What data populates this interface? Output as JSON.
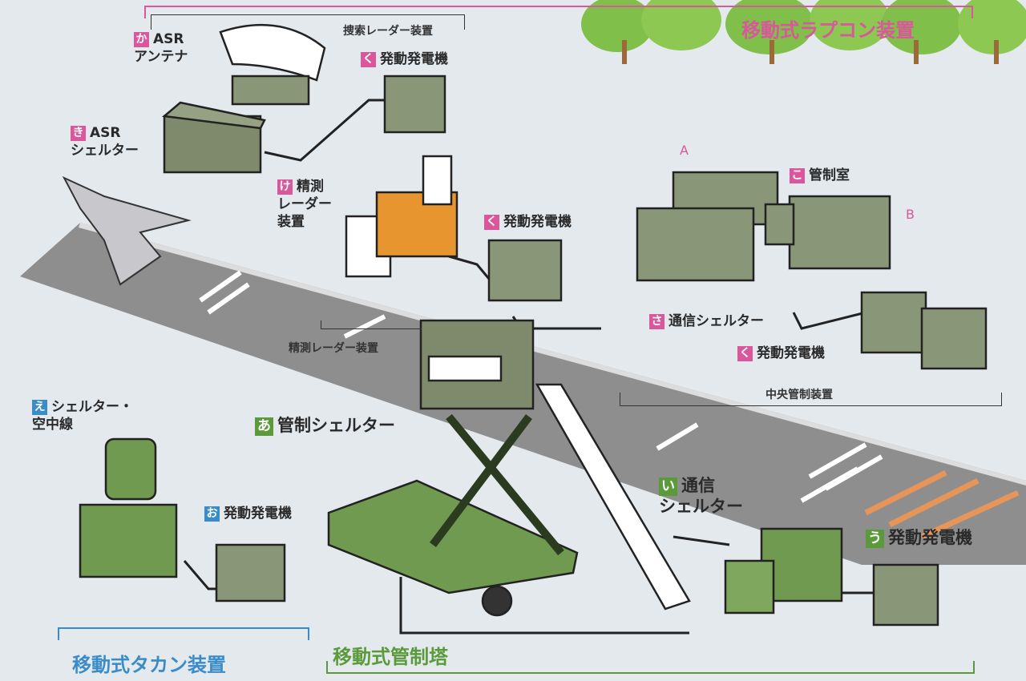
{
  "colors": {
    "pink": "#d9579a",
    "green": "#5a9a3a",
    "blue": "#3a8cc8",
    "olive": "#8a9678",
    "runway": "#8c8c8c",
    "background": "#e4e9ee"
  },
  "groups": {
    "rapcon": "移動式ラプコン装置",
    "tacan": "移動式タカン装置",
    "tower": "移動式管制塔"
  },
  "subgroups": {
    "search_radar": "捜索レーダー装置",
    "precision_radar": "精測レーダー装置",
    "central_control": "中央管制装置"
  },
  "labels": {
    "a": {
      "badge": "あ",
      "text": "管制シェルター"
    },
    "i": {
      "badge": "い",
      "line1": "通信",
      "line2": "シェルター"
    },
    "u": {
      "badge": "う",
      "text": "発動発電機"
    },
    "e": {
      "badge": "え",
      "line1": "シェルター・",
      "line2": "空中線"
    },
    "o": {
      "badge": "お",
      "text": "発動発電機"
    },
    "ka": {
      "badge": "か",
      "line1": "ASR",
      "line2": "アンテナ"
    },
    "ki": {
      "badge": "き",
      "line1": "ASR",
      "line2": "シェルター"
    },
    "ku1": {
      "badge": "く",
      "text": "発動発電機"
    },
    "ku2": {
      "badge": "く",
      "text": "発動発電機"
    },
    "ku3": {
      "badge": "く",
      "text": "発動発電機"
    },
    "ke": {
      "badge": "け",
      "line1": "精測",
      "line2": "レーダー",
      "line3": "装置"
    },
    "ko": {
      "badge": "こ",
      "text": "管制室"
    },
    "sa": {
      "badge": "さ",
      "text": "通信シェルター"
    }
  },
  "points": {
    "a": "A",
    "b": "B"
  }
}
